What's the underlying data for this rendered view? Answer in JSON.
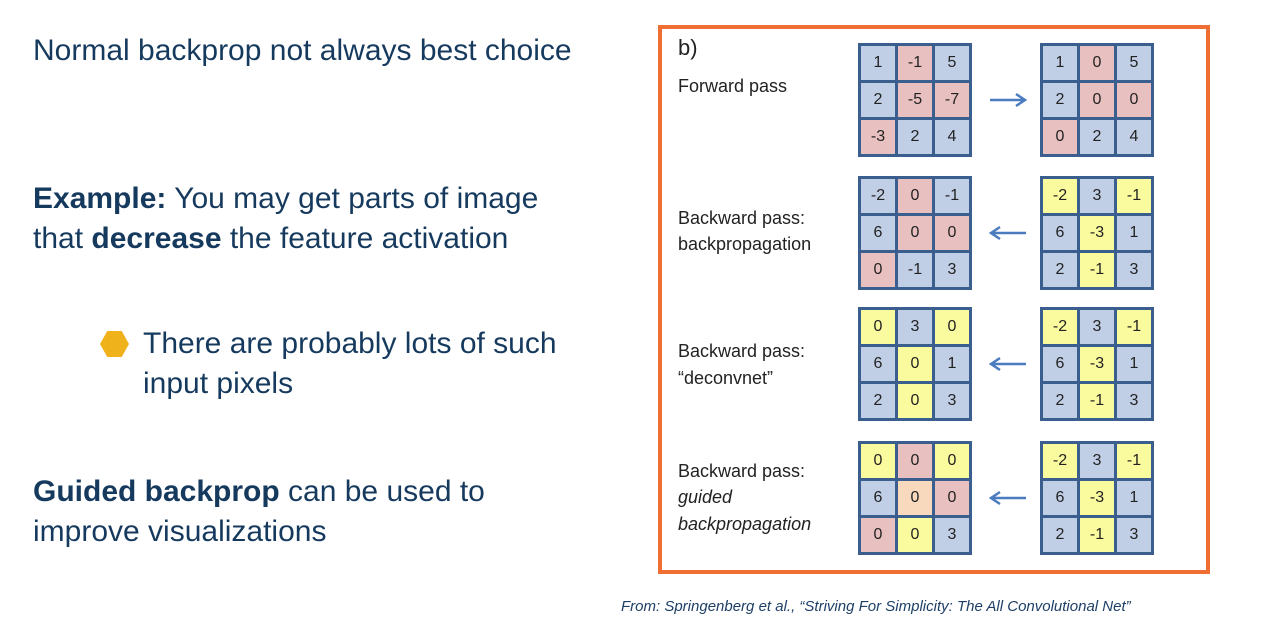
{
  "slide": {
    "heading": "Normal backprop not always best choice",
    "example_label": "Example:",
    "example_pre": "You may get parts of image that",
    "example_bold": "decrease",
    "example_post": "the feature activation",
    "bullet": "There are probably lots of such input pixels",
    "guided_bold": "Guided backprop",
    "guided_post": "can be used to improve visualizations",
    "caption": "From: Springenberg et al., “Striving For Simplicity: The All Convolutional Net”"
  },
  "colors": {
    "b": "#c0cfe6",
    "p": "#e8c0bf",
    "y": "#fafa9e",
    "o": "#f8d9bd",
    "accent": "#ee6e34",
    "bullet": "#f0b21b"
  },
  "figure": {
    "panel_label": "b)",
    "rows": [
      {
        "label1": "Forward pass",
        "label2": "",
        "italic": false,
        "arrow": "right",
        "left": {
          "values": [
            "1",
            "-1",
            "5",
            "2",
            "-5",
            "-7",
            "-3",
            "2",
            "4"
          ],
          "colors": [
            "b",
            "p",
            "b",
            "b",
            "p",
            "p",
            "p",
            "b",
            "b"
          ]
        },
        "right": {
          "values": [
            "1",
            "0",
            "5",
            "2",
            "0",
            "0",
            "0",
            "2",
            "4"
          ],
          "colors": [
            "b",
            "p",
            "b",
            "b",
            "p",
            "p",
            "p",
            "b",
            "b"
          ]
        }
      },
      {
        "label1": "Backward pass:",
        "label2": "backpropagation",
        "italic": false,
        "arrow": "left",
        "left": {
          "values": [
            "-2",
            "0",
            "-1",
            "6",
            "0",
            "0",
            "0",
            "-1",
            "3"
          ],
          "colors": [
            "b",
            "p",
            "b",
            "b",
            "p",
            "p",
            "p",
            "b",
            "b"
          ]
        },
        "right": {
          "values": [
            "-2",
            "3",
            "-1",
            "6",
            "-3",
            "1",
            "2",
            "-1",
            "3"
          ],
          "colors": [
            "y",
            "b",
            "y",
            "b",
            "y",
            "b",
            "b",
            "y",
            "b"
          ]
        }
      },
      {
        "label1": "Backward pass:",
        "label2": "“deconvnet”",
        "italic": false,
        "arrow": "left",
        "left": {
          "values": [
            "0",
            "3",
            "0",
            "6",
            "0",
            "1",
            "2",
            "0",
            "3"
          ],
          "colors": [
            "y",
            "b",
            "y",
            "b",
            "y",
            "b",
            "b",
            "y",
            "b"
          ]
        },
        "right": {
          "values": [
            "-2",
            "3",
            "-1",
            "6",
            "-3",
            "1",
            "2",
            "-1",
            "3"
          ],
          "colors": [
            "y",
            "b",
            "y",
            "b",
            "y",
            "b",
            "b",
            "y",
            "b"
          ]
        }
      },
      {
        "label1": "Backward pass:",
        "label2": "guided",
        "label3": "backpropagation",
        "italic": true,
        "arrow": "left",
        "left": {
          "values": [
            "0",
            "0",
            "0",
            "6",
            "0",
            "0",
            "0",
            "0",
            "3"
          ],
          "colors": [
            "y",
            "p",
            "y",
            "b",
            "o",
            "p",
            "p",
            "y",
            "b"
          ]
        },
        "right": {
          "values": [
            "-2",
            "3",
            "-1",
            "6",
            "-3",
            "1",
            "2",
            "-1",
            "3"
          ],
          "colors": [
            "y",
            "b",
            "y",
            "b",
            "y",
            "b",
            "b",
            "y",
            "b"
          ]
        }
      }
    ]
  }
}
